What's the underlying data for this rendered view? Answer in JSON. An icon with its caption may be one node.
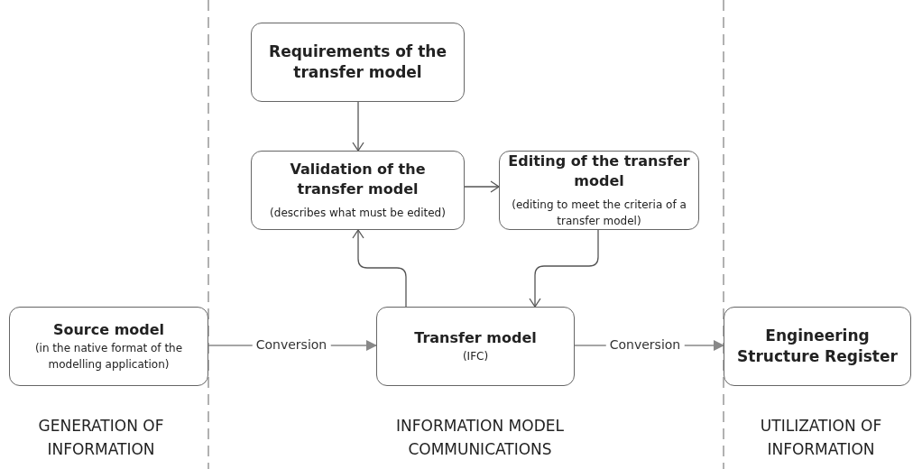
{
  "diagram": {
    "nodes": [
      {
        "text": [
          "Requirements of the transfer model"
        ]
      },
      {
        "text": [
          "Validation of the transfer model",
          "(describes what must be edited)"
        ]
      },
      {
        "text": [
          "Editing of the transfer model",
          "(editing to meet the criteria of a transfer model)"
        ]
      },
      {
        "text": [
          "Source model",
          "(in the native format of the modelling application)"
        ]
      },
      {
        "text": [
          "Transfer model",
          "(IFC)"
        ]
      },
      {
        "text": [
          "Engineering Structure Register"
        ]
      }
    ],
    "edges": [
      {
        "from": 0,
        "to": 1,
        "arrow": "to"
      },
      {
        "from": 1,
        "to": 2,
        "arrow": "to"
      },
      {
        "from": 4,
        "to": 1,
        "arrow": "to"
      },
      {
        "from": 2,
        "to": 4,
        "arrow": "to"
      },
      {
        "from": 3,
        "to": 4,
        "arrow": "to",
        "label": "Conversion",
        "color": "#888888"
      },
      {
        "from": 4,
        "to": 5,
        "arrow": "to",
        "label": "Conversion",
        "color": "#888888"
      }
    ],
    "labels": [
      "GENERATION OF INFORMATION",
      "INFORMATION MODEL COMMUNICATIONS",
      "UTILIZATION OF INFORMATION"
    ]
  }
}
